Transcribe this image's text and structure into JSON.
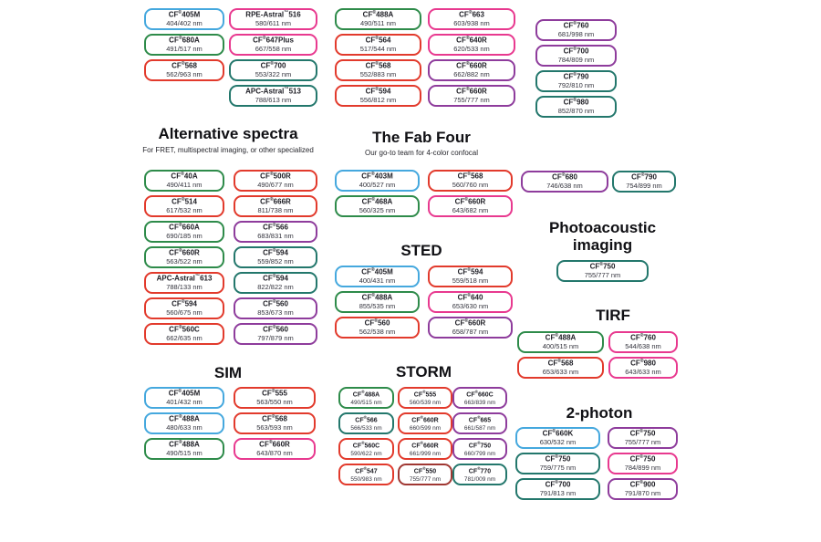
{
  "palette": {
    "blue": "#45A8DE",
    "green": "#2E8B4A",
    "red": "#E23A2C",
    "pink": "#E8398F",
    "purple": "#8E3C9C",
    "teal": "#23776C",
    "maroon": "#A03833"
  },
  "groups": {
    "top": {
      "columns": [
        [
          {
            "name": "CF®405M",
            "ex_em": "404/402 nm",
            "color": "blue"
          },
          {
            "name": "CF®680A",
            "ex_em": "491/517 nm",
            "color": "green"
          },
          {
            "name": "CF®568",
            "ex_em": "562/963 nm",
            "color": "red"
          }
        ],
        [
          {
            "name": "RPE-Astral™516",
            "ex_em": "580/611 nm",
            "color": "pink"
          },
          {
            "name": "CF®647Plus",
            "ex_em": "667/558 nm",
            "color": "pink"
          },
          {
            "name": "CF®700",
            "ex_em": "553/322 nm",
            "color": "teal"
          },
          {
            "name": "APC-Astral™513",
            "ex_em": "788/613 nm",
            "color": "teal"
          }
        ],
        [
          {
            "name": "CF®488A",
            "ex_em": "490/511 nm",
            "color": "green"
          },
          {
            "name": "CF®564",
            "ex_em": "517/544 nm",
            "color": "red"
          },
          {
            "name": "CF®568",
            "ex_em": "552/883 nm",
            "color": "red"
          },
          {
            "name": "CF®594",
            "ex_em": "556/812 nm",
            "color": "red"
          }
        ],
        [
          {
            "name": "CF®663",
            "ex_em": "603/938 nm",
            "color": "pink"
          },
          {
            "name": "CF®640R",
            "ex_em": "620/533 nm",
            "color": "pink"
          },
          {
            "name": "CF®660R",
            "ex_em": "662/882 nm",
            "color": "purple"
          },
          {
            "name": "CF®660R",
            "ex_em": "755/777 nm",
            "color": "purple"
          }
        ],
        [
          {
            "name": "CF®760",
            "ex_em": "681/998 nm",
            "color": "purple"
          },
          {
            "name": "CF®700",
            "ex_em": "784/809 nm",
            "color": "purple"
          },
          {
            "name": "CF®790",
            "ex_em": "792/810 nm",
            "color": "teal"
          },
          {
            "name": "CF®980",
            "ex_em": "852/870 nm",
            "color": "teal"
          }
        ]
      ]
    },
    "alternative": {
      "title": "Alternative spectra",
      "subtitle": "For FRET, multispectral imaging, or other specialized",
      "columns": [
        [
          {
            "name": "CF®40A",
            "ex_em": "490/411 nm",
            "color": "green"
          },
          {
            "name": "CF®514",
            "ex_em": "617/532 nm",
            "color": "red"
          },
          {
            "name": "CF®660A",
            "ex_em": "690/185 nm",
            "color": "green"
          },
          {
            "name": "CF®660R",
            "ex_em": "563/522 nm",
            "color": "green"
          },
          {
            "name": "APC-Astral™613",
            "ex_em": "788/133 nm",
            "color": "red"
          },
          {
            "name": "CF®594",
            "ex_em": "560/675 nm",
            "color": "red"
          },
          {
            "name": "CF®560C",
            "ex_em": "662/635 nm",
            "color": "red"
          }
        ],
        [
          {
            "name": "CF®500R",
            "ex_em": "490/677 nm",
            "color": "red"
          },
          {
            "name": "CF®666R",
            "ex_em": "811/738 nm",
            "color": "red"
          },
          {
            "name": "CF®566",
            "ex_em": "683/831 nm",
            "color": "purple"
          },
          {
            "name": "CF®594",
            "ex_em": "559/852 nm",
            "color": "teal"
          },
          {
            "name": "CF®594",
            "ex_em": "822/822 nm",
            "color": "teal"
          },
          {
            "name": "CF®560",
            "ex_em": "853/673 nm",
            "color": "purple"
          },
          {
            "name": "CF®560",
            "ex_em": "797/879 nm",
            "color": "purple"
          }
        ]
      ]
    },
    "fab": {
      "title": "The Fab Four",
      "subtitle": "Our go-to team for 4-color confocal",
      "columns": [
        [
          {
            "name": "CF®403M",
            "ex_em": "400/527 nm",
            "color": "blue"
          },
          {
            "name": "CF®468A",
            "ex_em": "560/325 nm",
            "color": "green"
          }
        ],
        [
          {
            "name": "CF®568",
            "ex_em": "560/760 nm",
            "color": "red"
          },
          {
            "name": "CF®660R",
            "ex_em": "643/682 nm",
            "color": "pink"
          }
        ]
      ]
    },
    "pair": {
      "columns": [
        [
          {
            "name": "CF®680",
            "ex_em": "746/638 nm",
            "color": "purple"
          }
        ],
        [
          {
            "name": "CF®790",
            "ex_em": "754/899 nm",
            "color": "teal"
          }
        ]
      ]
    },
    "sted": {
      "title": "STED",
      "columns": [
        [
          {
            "name": "CF®405M",
            "ex_em": "400/431 nm",
            "color": "blue"
          },
          {
            "name": "CF®488A",
            "ex_em": "855/535 nm",
            "color": "green"
          },
          {
            "name": "CF®560",
            "ex_em": "562/538 nm",
            "color": "red"
          }
        ],
        [
          {
            "name": "CF®594",
            "ex_em": "559/518 nm",
            "color": "red"
          },
          {
            "name": "CF®640",
            "ex_em": "653/630 nm",
            "color": "pink"
          },
          {
            "name": "CF®660R",
            "ex_em": "658/787 nm",
            "color": "purple"
          }
        ]
      ]
    },
    "photoacoustic": {
      "title": "Photoacoustic imaging",
      "columns": [
        [
          {
            "name": "CF®750",
            "ex_em": "755/777 nm",
            "color": "teal"
          }
        ]
      ]
    },
    "tirf": {
      "title": "TIRF",
      "columns": [
        [
          {
            "name": "CF®488A",
            "ex_em": "400/515 nm",
            "color": "green"
          },
          {
            "name": "CF®568",
            "ex_em": "653/633 nm",
            "color": "red"
          }
        ],
        [
          {
            "name": "CF®760",
            "ex_em": "544/638 nm",
            "color": "pink"
          },
          {
            "name": "CF®980",
            "ex_em": "643/633 nm",
            "color": "pink"
          }
        ]
      ]
    },
    "sim": {
      "title": "SIM",
      "columns": [
        [
          {
            "name": "CF®405M",
            "ex_em": "401/432 nm",
            "color": "blue"
          },
          {
            "name": "CF®488A",
            "ex_em": "480/633 nm",
            "color": "blue"
          },
          {
            "name": "CF®488A",
            "ex_em": "490/515 nm",
            "color": "green"
          }
        ],
        [
          {
            "name": "CF®555",
            "ex_em": "563/550 nm",
            "color": "red"
          },
          {
            "name": "CF®568",
            "ex_em": "563/593 nm",
            "color": "red"
          },
          {
            "name": "CF®660R",
            "ex_em": "643/870 nm",
            "color": "pink"
          }
        ]
      ]
    },
    "storm": {
      "title": "STORM",
      "columns": [
        [
          {
            "name": "CF®488A",
            "ex_em": "490/515 nm",
            "color": "green"
          },
          {
            "name": "CF®566",
            "ex_em": "566/533 nm",
            "color": "teal"
          },
          {
            "name": "CF®560C",
            "ex_em": "590/622 nm",
            "color": "red"
          },
          {
            "name": "CF®547",
            "ex_em": "550/983 nm",
            "color": "red"
          }
        ],
        [
          {
            "name": "CF®555",
            "ex_em": "560/539 nm",
            "color": "red"
          },
          {
            "name": "CF®660R",
            "ex_em": "660/599 nm",
            "color": "red"
          },
          {
            "name": "CF®660R",
            "ex_em": "661/999 nm",
            "color": "red"
          },
          {
            "name": "CF®550",
            "ex_em": "755/777 nm",
            "color": "maroon"
          }
        ],
        [
          {
            "name": "CF®660C",
            "ex_em": "663/839 nm",
            "color": "purple"
          },
          {
            "name": "CF®665",
            "ex_em": "661/587 nm",
            "color": "purple"
          },
          {
            "name": "CF®750",
            "ex_em": "660/799 nm",
            "color": "purple"
          },
          {
            "name": "CF®770",
            "ex_em": "781/009 nm",
            "color": "teal"
          }
        ]
      ]
    },
    "twophoton": {
      "title": "2-photon",
      "columns": [
        [
          {
            "name": "CF®660K",
            "ex_em": "630/532 nm",
            "color": "blue"
          },
          {
            "name": "CF®750",
            "ex_em": "759/775 nm",
            "color": "teal"
          },
          {
            "name": "CF®700",
            "ex_em": "791/813 nm",
            "color": "teal"
          }
        ],
        [
          {
            "name": "CF®750",
            "ex_em": "755/777 nm",
            "color": "purple"
          },
          {
            "name": "CF®750",
            "ex_em": "784/899 nm",
            "color": "pink"
          },
          {
            "name": "CF®900",
            "ex_em": "791/870 nm",
            "color": "purple"
          }
        ]
      ]
    }
  }
}
